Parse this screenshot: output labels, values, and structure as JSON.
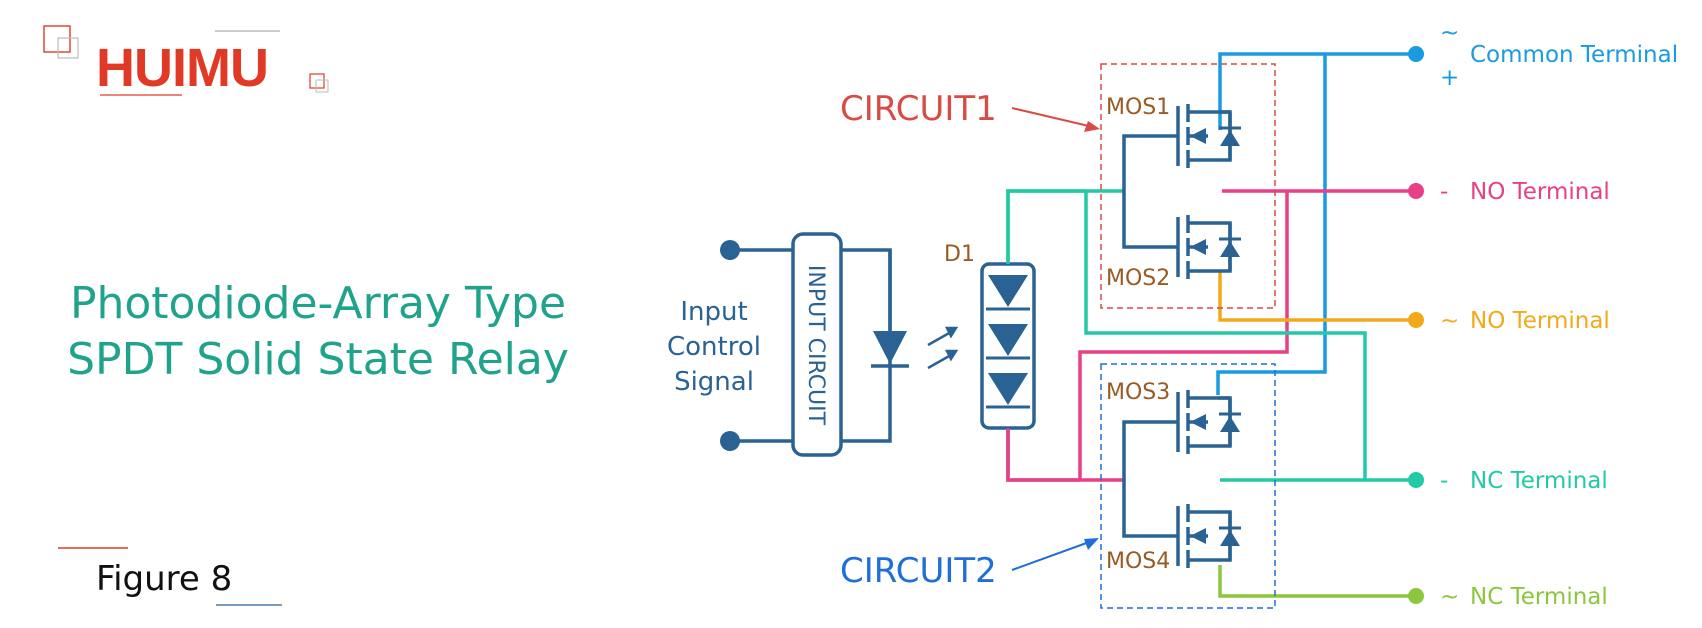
{
  "brand": {
    "name": "HUIMU"
  },
  "title": {
    "line1": "Photodiode-Array Type",
    "line2": "SPDT Solid State Relay"
  },
  "figure_label": "Figure 8",
  "diagram": {
    "input_label": [
      "Input",
      "Control",
      "Signal"
    ],
    "input_circuit_label": "INPUT CIRCUIT",
    "d1_label": "D1",
    "circuit1_label": "CIRCUIT1",
    "circuit2_label": "CIRCUIT2",
    "mos_labels": [
      "MOS1",
      "MOS2",
      "MOS3",
      "MOS4"
    ],
    "terminals": [
      {
        "symbol_top": "~",
        "symbol_bottom": "+",
        "label": "Common Terminal",
        "color": "#1a9ae0"
      },
      {
        "symbol": "-",
        "label": "NO Terminal",
        "color": "#e83f86"
      },
      {
        "symbol": "~",
        "label": "NO Terminal",
        "color": "#f2a91a"
      },
      {
        "symbol": "-",
        "label": "NC Terminal",
        "color": "#22c9a6"
      },
      {
        "symbol": "~",
        "label": "NC Terminal",
        "color": "#8cc63e"
      }
    ]
  },
  "colors": {
    "brand_red": "#e03a26",
    "title_teal": "#1fa38a",
    "component_blue": "#2a6294",
    "circuit1_red": "#d94b45",
    "circuit2_blue": "#1f6fd6",
    "mos_brown": "#9a5a23"
  }
}
